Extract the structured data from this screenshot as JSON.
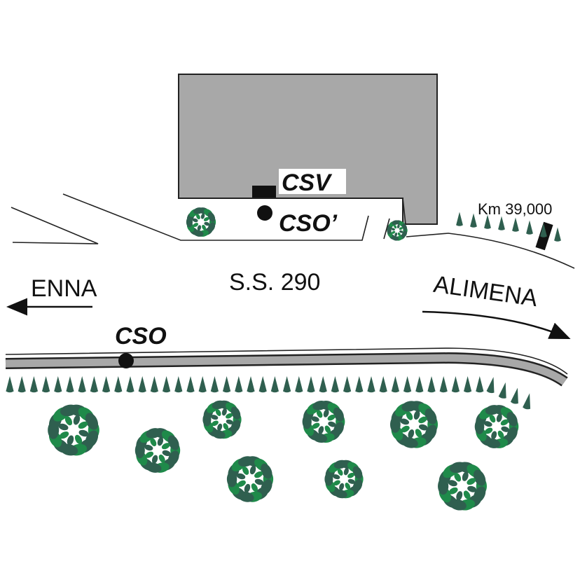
{
  "labels": {
    "building_station": "CSV",
    "station_near_building": "CSO’",
    "station_road": "CSO",
    "road_name": "S.S. 290",
    "direction_west": "ENNA",
    "direction_east": "ALIMENA",
    "milestone": "Km 39,000"
  },
  "colors": {
    "building_fill": "#a8a8a8",
    "outline": "#222222",
    "road_band": "#a8a8a8",
    "tree_dark": "#2f5f4f",
    "tree_green": "#1f8a4a",
    "marker": "#111111"
  },
  "icons": {
    "station_marker": "filled-circle",
    "building_sensor": "filled-rectangle",
    "tree": "bush-icon",
    "hedge": "cone-icon",
    "direction": "arrow-icon"
  }
}
